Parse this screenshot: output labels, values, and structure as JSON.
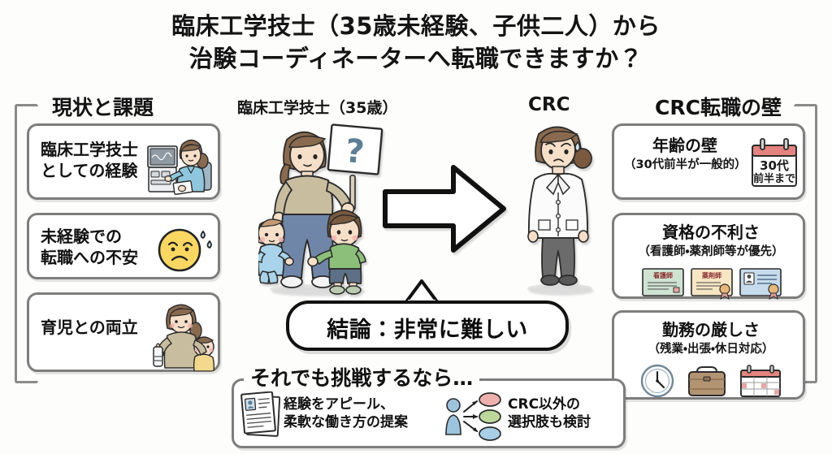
{
  "title": {
    "line1": "臨床工学技士（35歳未経験、子供二人）から",
    "line2": "治験コーディネーターへ転職できますか？"
  },
  "left_panel": {
    "header": "現状と課題",
    "cards": [
      {
        "line1": "臨床工学技士",
        "line2": "としての経験",
        "icon": "clinical-engineer-illustration"
      },
      {
        "line1": "未経験での",
        "line2": "転職への不安",
        "icon": "worried-face-icon"
      },
      {
        "line1": "育児との両立",
        "line2": "",
        "icon": "parent-with-baby-illustration"
      }
    ]
  },
  "right_panel": {
    "header": "CRC転職の壁",
    "cards": [
      {
        "title": "年齢の壁",
        "note": "（30代前半が一般的）",
        "icon": "calendar-icon",
        "calendar_line1": "30代",
        "calendar_line2": "前半まで"
      },
      {
        "title": "資格の不利さ",
        "note": "（看護師・薬剤師等が優先）",
        "icons": [
          "nurse-license-icon",
          "pharmacist-license-icon",
          "id-card-icon"
        ],
        "license_labels": [
          "看護師",
          "薬剤師",
          ""
        ]
      },
      {
        "title": "勤務の厳しさ",
        "note": "（残業・出張・休日対応）",
        "icons": [
          "clock-icon",
          "suitcase-icon",
          "calendar-icon"
        ]
      }
    ]
  },
  "center": {
    "from_label": "臨床工学技士（35歳）",
    "to_label": "CRC",
    "question_mark": "?",
    "arrow": "right-arrow",
    "conclusion": "結論：非常に難しい"
  },
  "bottom_panel": {
    "header": "それでも挑戦するなら…",
    "tips": [
      {
        "line1": "経験をアピール、",
        "line2": "柔軟な働き方の提案",
        "icon": "resume-document-icon"
      },
      {
        "line1": "CRC以外の",
        "line2": "選択肢も検討",
        "icon": "person-options-icon"
      }
    ]
  },
  "colors": {
    "background": "#fdfdfc",
    "ink": "#111111",
    "card_border": "#7d7d7d",
    "bracket": "#8a8a8a",
    "scrubs_blue": "#8ec7dd",
    "skin": "#f6dfc8",
    "hair_brown": "#8a6a4e",
    "shirt_beige": "#c9bda0",
    "jeans_blue": "#6f86a8",
    "baby_blue": "#a8d3ea",
    "toddler_green": "#8cc07a",
    "face_yellow": "#f9d761",
    "calendar_red": "#e4837f",
    "license_green": "#cfe3d2",
    "license_cream": "#f6e6c4",
    "license_blue": "#c6dced",
    "option_pink": "#eeb0ad",
    "option_green": "#bdd79b",
    "option_blue": "#a8cfe6",
    "suitcase_brown": "#b39472",
    "labcoat_white": "#fbfbfb"
  }
}
